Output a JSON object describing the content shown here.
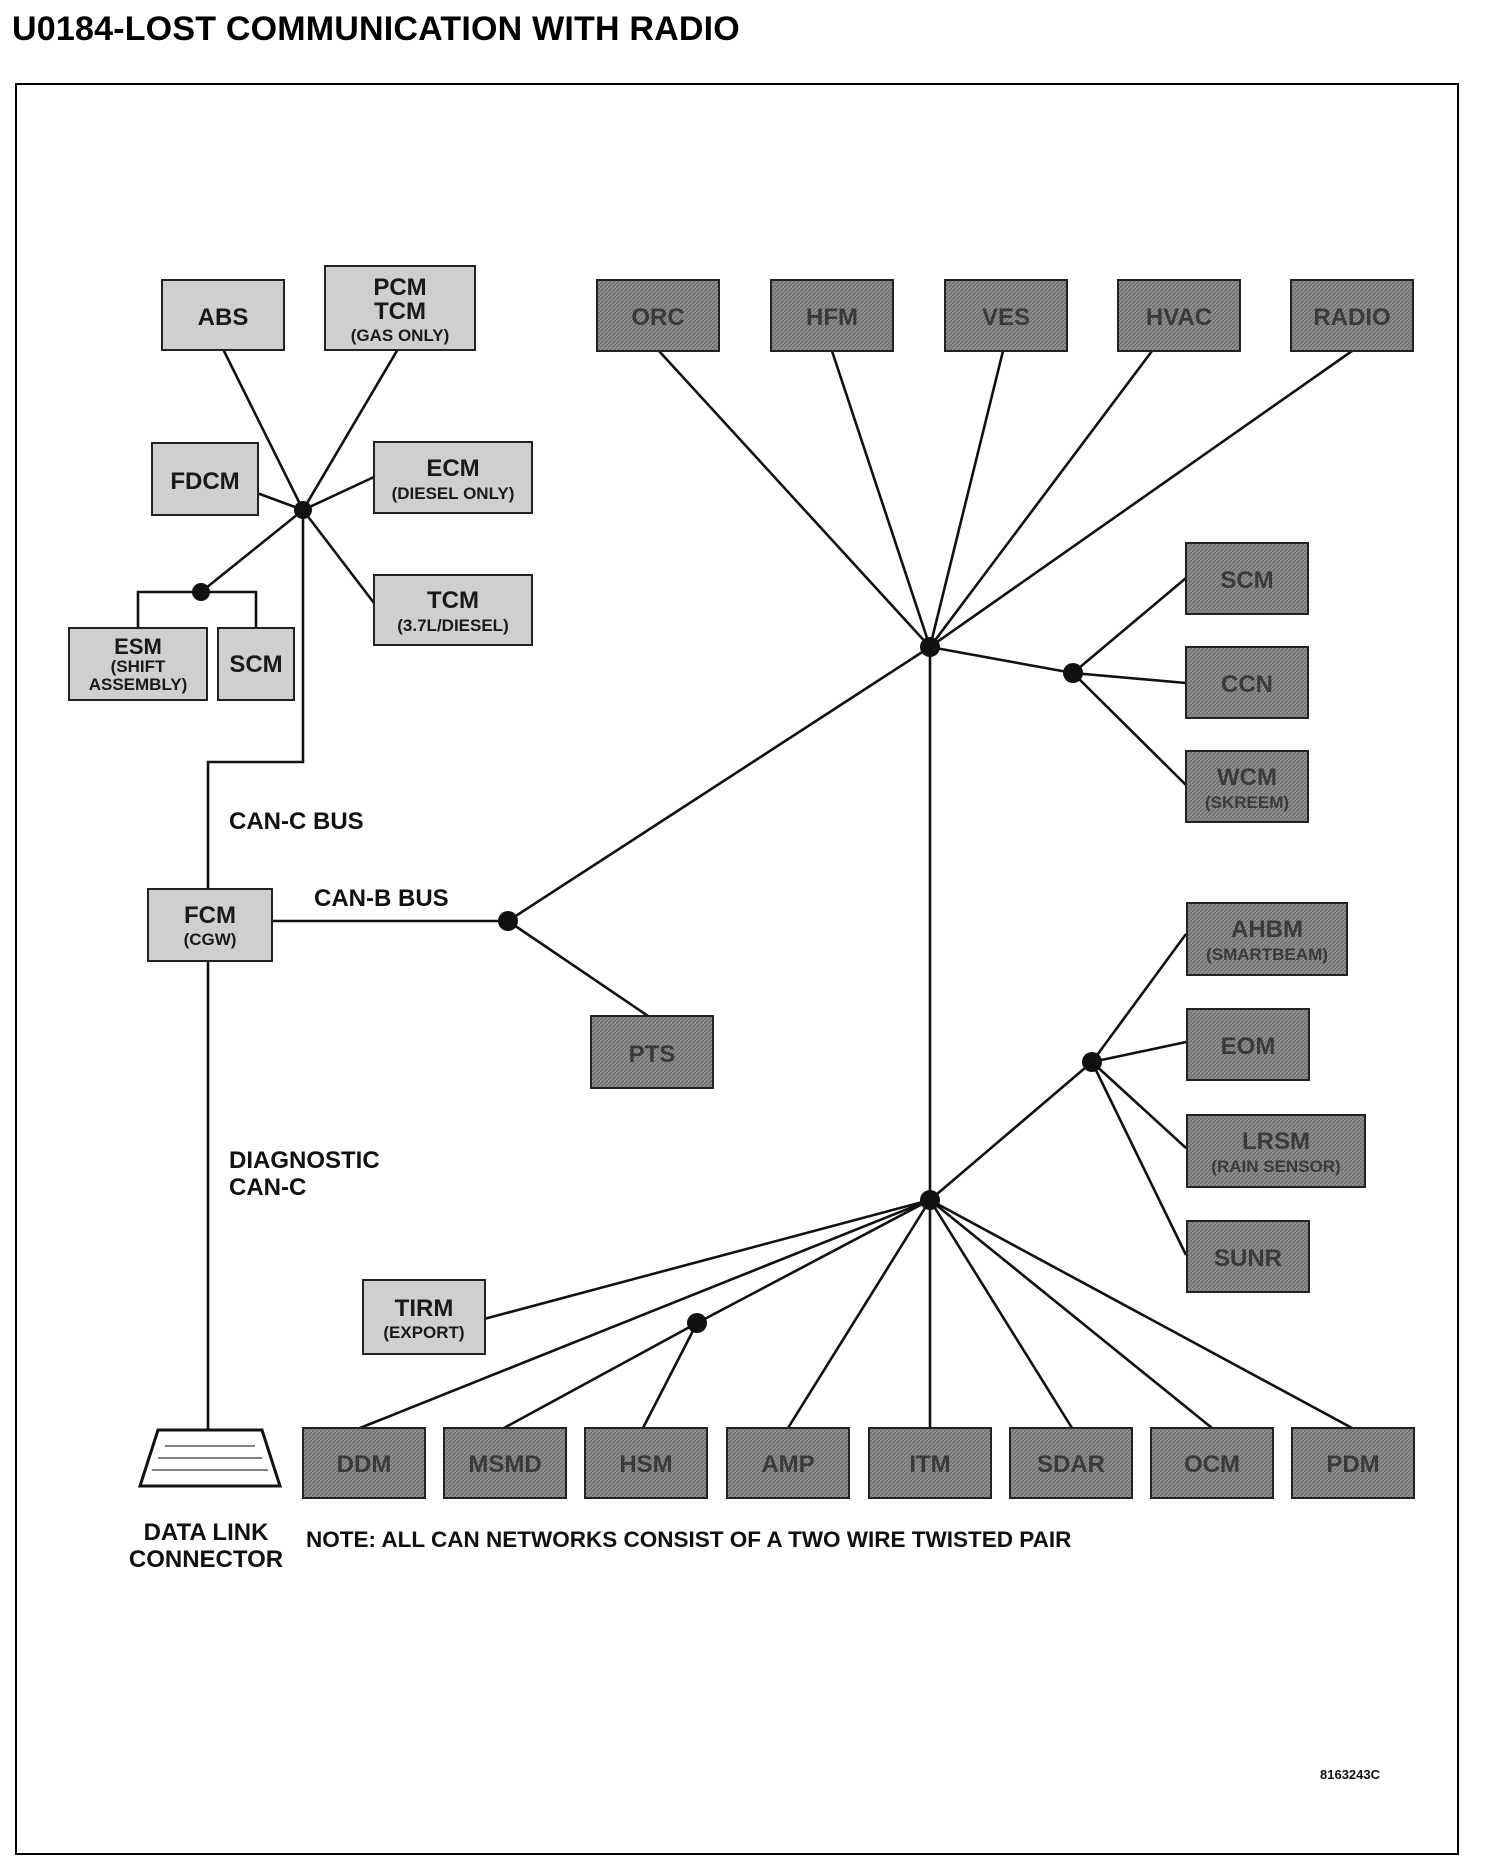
{
  "title": "U0184-LOST COMMUNICATION WITH RADIO",
  "modules": {
    "abs": {
      "name": "ABS"
    },
    "pcm": {
      "name": "PCM",
      "line2": "TCM",
      "sub": "(GAS ONLY)"
    },
    "fdcm": {
      "name": "FDCM"
    },
    "ecm": {
      "name": "ECM",
      "sub": "(DIESEL ONLY)"
    },
    "tcm": {
      "name": "TCM",
      "sub": "(3.7L/DIESEL)"
    },
    "esm": {
      "name": "ESM",
      "sub1": "(SHIFT",
      "sub2": "ASSEMBLY)"
    },
    "scm_left": {
      "name": "SCM"
    },
    "fcm": {
      "name": "FCM",
      "sub": "(CGW)"
    },
    "orc": {
      "name": "ORC"
    },
    "hfm": {
      "name": "HFM"
    },
    "ves": {
      "name": "VES"
    },
    "hvac": {
      "name": "HVAC"
    },
    "radio": {
      "name": "RADIO"
    },
    "scm_right": {
      "name": "SCM"
    },
    "ccn": {
      "name": "CCN"
    },
    "wcm": {
      "name": "WCM",
      "sub": "(SKREEM)"
    },
    "pts": {
      "name": "PTS"
    },
    "ahbm": {
      "name": "AHBM",
      "sub": "(SMARTBEAM)"
    },
    "eom": {
      "name": "EOM"
    },
    "lrsm": {
      "name": "LRSM",
      "sub": "(RAIN SENSOR)"
    },
    "sunr": {
      "name": "SUNR"
    },
    "tirm": {
      "name": "TIRM",
      "sub": "(EXPORT)"
    },
    "ddm": {
      "name": "DDM"
    },
    "msmd": {
      "name": "MSMD"
    },
    "hsm": {
      "name": "HSM"
    },
    "amp": {
      "name": "AMP"
    },
    "itm": {
      "name": "ITM"
    },
    "sdar": {
      "name": "SDAR"
    },
    "ocm": {
      "name": "OCM"
    },
    "pdm": {
      "name": "PDM"
    }
  },
  "labels": {
    "can_c_bus": "CAN-C BUS",
    "can_b_bus": "CAN-B BUS",
    "diagnostic_1": "DIAGNOSTIC",
    "diagnostic_2": "CAN-C",
    "dlc_1": "DATA LINK",
    "dlc_2": "CONNECTOR",
    "note": "NOTE: ALL CAN NETWORKS CONSIST OF A TWO WIRE TWISTED PAIR",
    "figure_id": "8163243C"
  },
  "colors": {
    "light_module_fill": "#cfcfcf",
    "dark_module_fill": "#8a8a8a",
    "line": "#111111"
  }
}
